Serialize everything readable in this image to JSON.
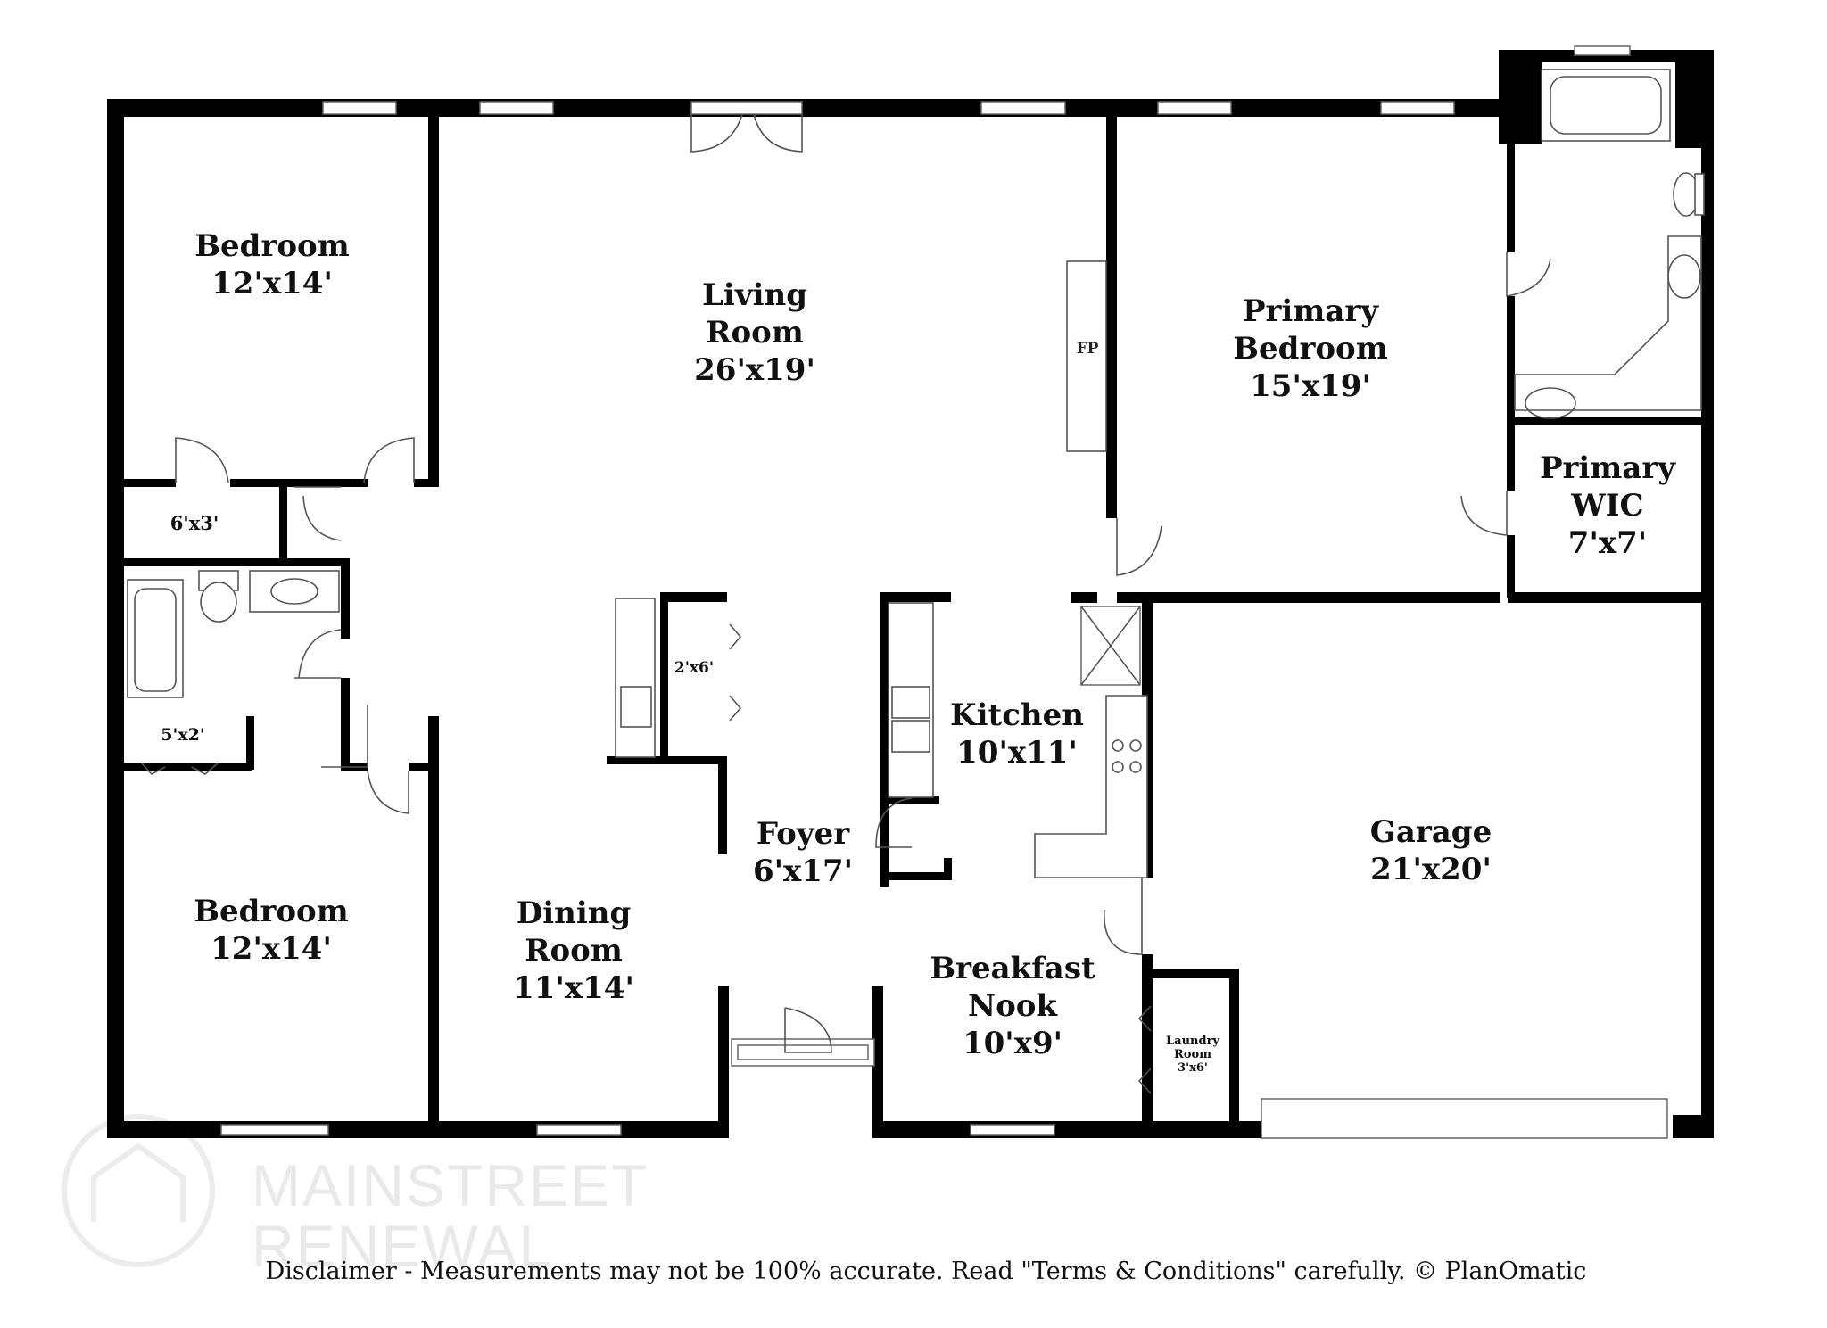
{
  "rooms": {
    "bedroom_top": {
      "name": "Bedroom",
      "size": "12'x14'"
    },
    "bedroom_bottom": {
      "name": "Bedroom",
      "size": "12'x14'"
    },
    "living": {
      "name1": "Living",
      "name2": "Room",
      "size": "26'x19'"
    },
    "primary_bedroom": {
      "name1": "Primary",
      "name2": "Bedroom",
      "size": "15'x19'"
    },
    "primary_wic": {
      "name1": "Primary",
      "name2": "WIC",
      "size": "7'x7'"
    },
    "closet_a": {
      "size": "6'x3'"
    },
    "closet_b": {
      "size": "5'x2'"
    },
    "closet_c": {
      "size": "2'x6'"
    },
    "kitchen": {
      "name": "Kitchen",
      "size": "10'x11'"
    },
    "foyer": {
      "name": "Foyer",
      "size": "6'x17'"
    },
    "garage": {
      "name": "Garage",
      "size": "21'x20'"
    },
    "dining": {
      "name1": "Dining",
      "name2": "Room",
      "size": "11'x14'"
    },
    "breakfast": {
      "name1": "Breakfast",
      "name2": "Nook",
      "size": "10'x9'"
    },
    "laundry": {
      "name1": "Laundry",
      "name2": "Room",
      "size": "3'x6'"
    }
  },
  "fireplace_label": "FP",
  "watermark": {
    "line1": "MAINSTREET",
    "line2": "RENEWAL"
  },
  "disclaimer": "Disclaimer - Measurements may not be 100% accurate. Read \"Terms & Conditions\" carefully. © PlanOmatic"
}
